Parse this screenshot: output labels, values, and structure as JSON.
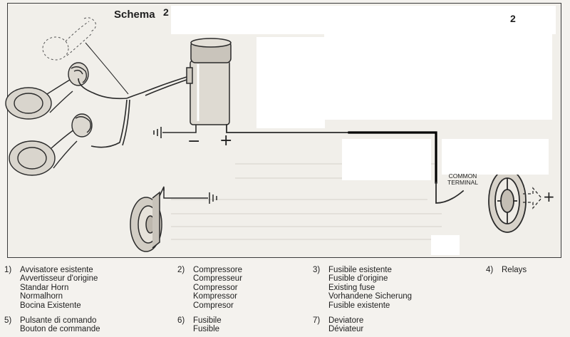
{
  "diagram": {
    "title": "Schema",
    "marker_left": "2",
    "marker_right": "2",
    "minus_sign": "−",
    "plus_sign_compressor": "+",
    "plus_sign_output": "+",
    "terminal_label_line1": "COMMON",
    "terminal_label_line2": "TERMINAL"
  },
  "legend": [
    {
      "num": "1)",
      "lines": [
        "Avvisatore esistente",
        "Avvertisseur d'origine",
        "Standar Horn",
        "Normalhorn",
        "Bocina Existente"
      ]
    },
    {
      "num": "2)",
      "lines": [
        "Compressore",
        "Compresseur",
        "Compressor",
        "Kompressor",
        "Compresor"
      ]
    },
    {
      "num": "3)",
      "lines": [
        "Fusibile esistente",
        "Fusible d'origine",
        "Existing fuse",
        "Vorhandene Sicherung",
        "Fusible existente"
      ]
    },
    {
      "num": "4)",
      "lines": [
        "Relays"
      ]
    },
    {
      "num": "5)",
      "lines": [
        "Pulsante di comando",
        "Bouton de commande"
      ]
    },
    {
      "num": "6)",
      "lines": [
        "Fusibile",
        "Fusible"
      ]
    },
    {
      "num": "7)",
      "lines": [
        "Deviatore",
        "Déviateur"
      ]
    }
  ],
  "colors": {
    "ink": "#2a2a2a",
    "paper": "#f1efea",
    "mask": "#ffffff",
    "wire_highlight": "#000000"
  }
}
